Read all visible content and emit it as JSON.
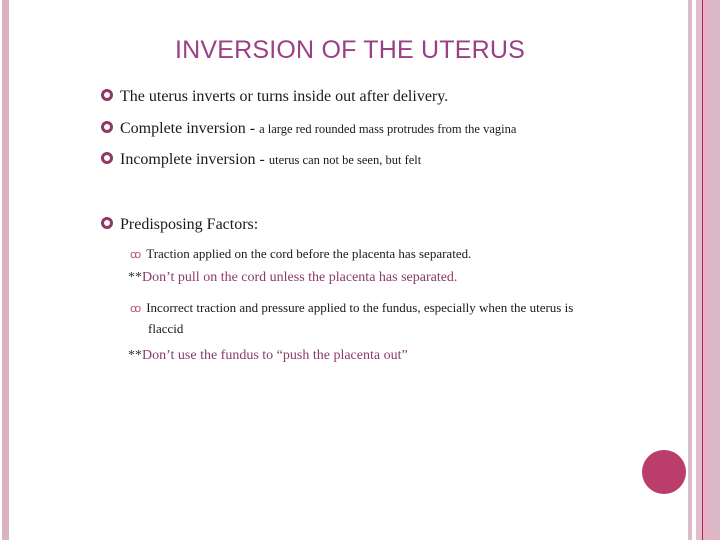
{
  "slide": {
    "title": "INVERSION OF THE UTERUS",
    "bullets": [
      {
        "main": "The uterus inverts or turns inside out after delivery.",
        "detail": ""
      },
      {
        "main": "Complete inversion - ",
        "detail": "a large red rounded mass protrudes from the vagina"
      },
      {
        "main": "Incomplete inversion - ",
        "detail": "uterus can not be seen, but felt"
      },
      {
        "main": "Predisposing Factors:",
        "detail": ""
      }
    ],
    "sub_bullets": [
      {
        "text": "Traction applied on the cord before the placenta has separated."
      },
      {
        "text": "Incorrect traction and pressure applied to the fundus, especially when the uterus is",
        "continuation": "flaccid"
      }
    ],
    "notes": [
      {
        "prefix": "**",
        "text": "Don’t pull on the cord unless the placenta has separated."
      },
      {
        "prefix": "**",
        "text": "Don’t use the fundus to “push the placenta out”"
      }
    ],
    "sub_bullet_icon": "curl-icon",
    "bullet_icon": "ring-icon"
  },
  "colors": {
    "title": "#9b3f86",
    "bullet_ring": "#8c3a62",
    "note_text": "#8a3b68",
    "accent_dot": "#bb3d6c",
    "stripe_light": "#dcb8c6",
    "stripe_dark": "#9a2f5a"
  }
}
